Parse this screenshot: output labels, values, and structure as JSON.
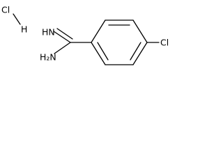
{
  "diagram": {
    "hcl": {
      "chlorine": "Cl",
      "hydrogen": "H"
    },
    "amidine": {
      "imine_group": "HN",
      "amine_group": "H₂N"
    },
    "ring_substituent": "Cl"
  }
}
